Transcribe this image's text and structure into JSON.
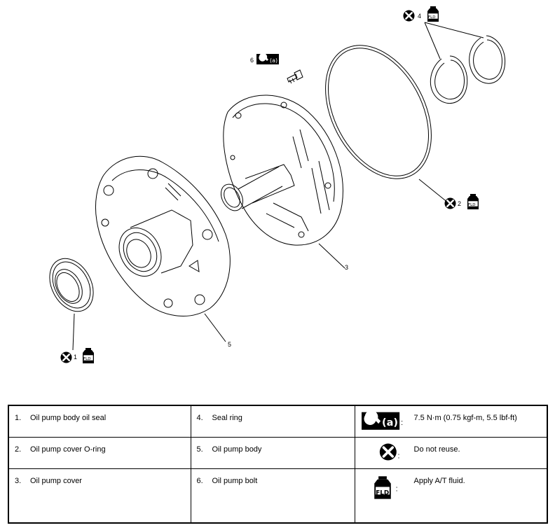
{
  "callouts": {
    "c1": "1",
    "c2": "2",
    "c3": "3",
    "c4": "4",
    "c5": "5",
    "c6": "6",
    "fld": "FLD",
    "wrench_sub": "(a)"
  },
  "legend": {
    "rows": [
      [
        {
          "num": "1.",
          "text": "Oil pump body oil seal"
        },
        {
          "num": "4.",
          "text": "Seal ring"
        },
        {
          "symbol": "torque-wrench-icon",
          "text": "7.5 N·m (0.75 kgf-m, 5.5 lbf-ft)"
        }
      ],
      [
        {
          "num": "2.",
          "text": "Oil pump cover O-ring"
        },
        {
          "num": "5.",
          "text": "Oil pump body"
        },
        {
          "symbol": "do-not-reuse-icon",
          "text": "Do not reuse."
        }
      ],
      [
        {
          "num": "3.",
          "text": "Oil pump cover"
        },
        {
          "num": "6.",
          "text": "Oil pump bolt"
        },
        {
          "symbol": "fluid-bottle-icon",
          "text": "Apply A/T fluid."
        }
      ]
    ],
    "wrench_label": "(a)",
    "fld_label": "FLD",
    "colon": ":"
  }
}
